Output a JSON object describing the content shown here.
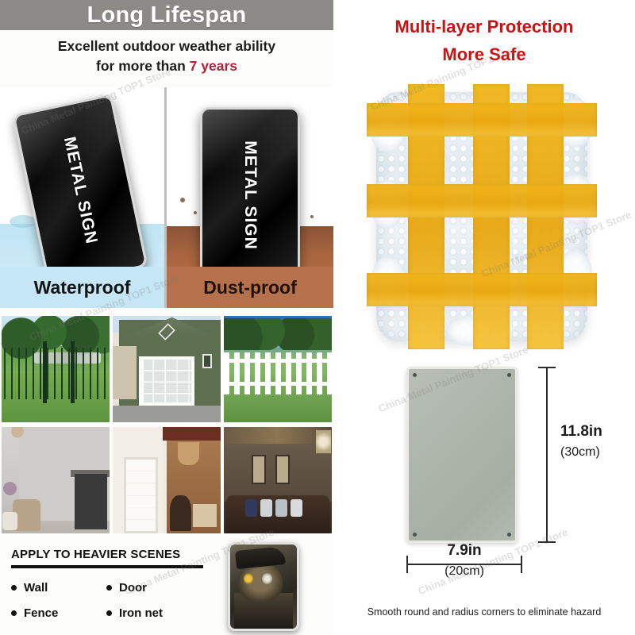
{
  "left": {
    "title": "Long Lifespan",
    "subtitle_line1": "Excellent outdoor weather ability",
    "subtitle_line2_prefix": "for more than ",
    "subtitle_line2_accent": "7 years",
    "proof": [
      {
        "label": "Waterproof",
        "plate_text": "METAL SIGN"
      },
      {
        "label": "Dust-proof",
        "plate_text": "METAL SIGN"
      }
    ],
    "photos": [
      {
        "name": "green-metal-fence"
      },
      {
        "name": "green-house-garage-door"
      },
      {
        "name": "white-picket-fence"
      },
      {
        "name": "gray-interior-room"
      },
      {
        "name": "white-door-hallway"
      },
      {
        "name": "dark-living-room"
      }
    ],
    "apply": {
      "heading": "APPLY TO HEAVIER SCENES",
      "items": [
        "Wall",
        "Door",
        "Fence",
        "Iron net"
      ]
    },
    "owl_sign_alt": "owl metal sign"
  },
  "right": {
    "title_line1": "Multi-layer Protection",
    "title_line2": "More Safe",
    "parcel_alt": "bubble-wrapped parcel with yellow tape",
    "dimensions": {
      "height_in": "11.8in",
      "height_cm": "(30cm)",
      "width_in": "7.9in",
      "width_cm": "(20cm)"
    },
    "footnote": "Smooth round and radius corners to eliminate hazard"
  },
  "watermark": {
    "text": "China Metal Painting TOP1 Store"
  },
  "colors": {
    "title_bar": "#8c8a86",
    "accent_red": "#b3203b",
    "right_title_red": "#cc1111",
    "water_panel": "#c5e6f5",
    "dust_panel": "#b4714c",
    "tape_yellow": "#e8a812"
  }
}
